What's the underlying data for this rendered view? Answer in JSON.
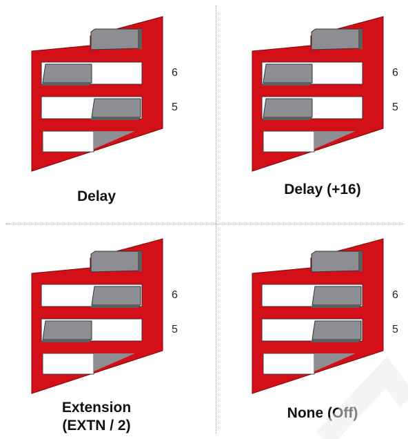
{
  "colors": {
    "frame": "#d31018",
    "frame_edge": "#7a0509",
    "switch_off_fill": "#ffffff",
    "switch_on_fill": "#8c8e94",
    "switch_on_top": "#b2b4b8",
    "switch_side": "#5c5e62",
    "label_text": "#111111",
    "divider": "#9a9a9a"
  },
  "row_labels": {
    "upper": "6",
    "lower": "5"
  },
  "panels": [
    {
      "id": "delay",
      "caption": "Delay",
      "switch_6": "left",
      "switch_5": "right"
    },
    {
      "id": "delay-plus-16",
      "caption": "Delay (+16)",
      "switch_6": "left",
      "switch_5": "left"
    },
    {
      "id": "extension",
      "caption": "Extension\n(EXTN / 2)",
      "switch_6": "right",
      "switch_5": "left"
    },
    {
      "id": "none-off",
      "caption": "None (Off)",
      "switch_6": "right",
      "switch_5": "right"
    }
  ]
}
